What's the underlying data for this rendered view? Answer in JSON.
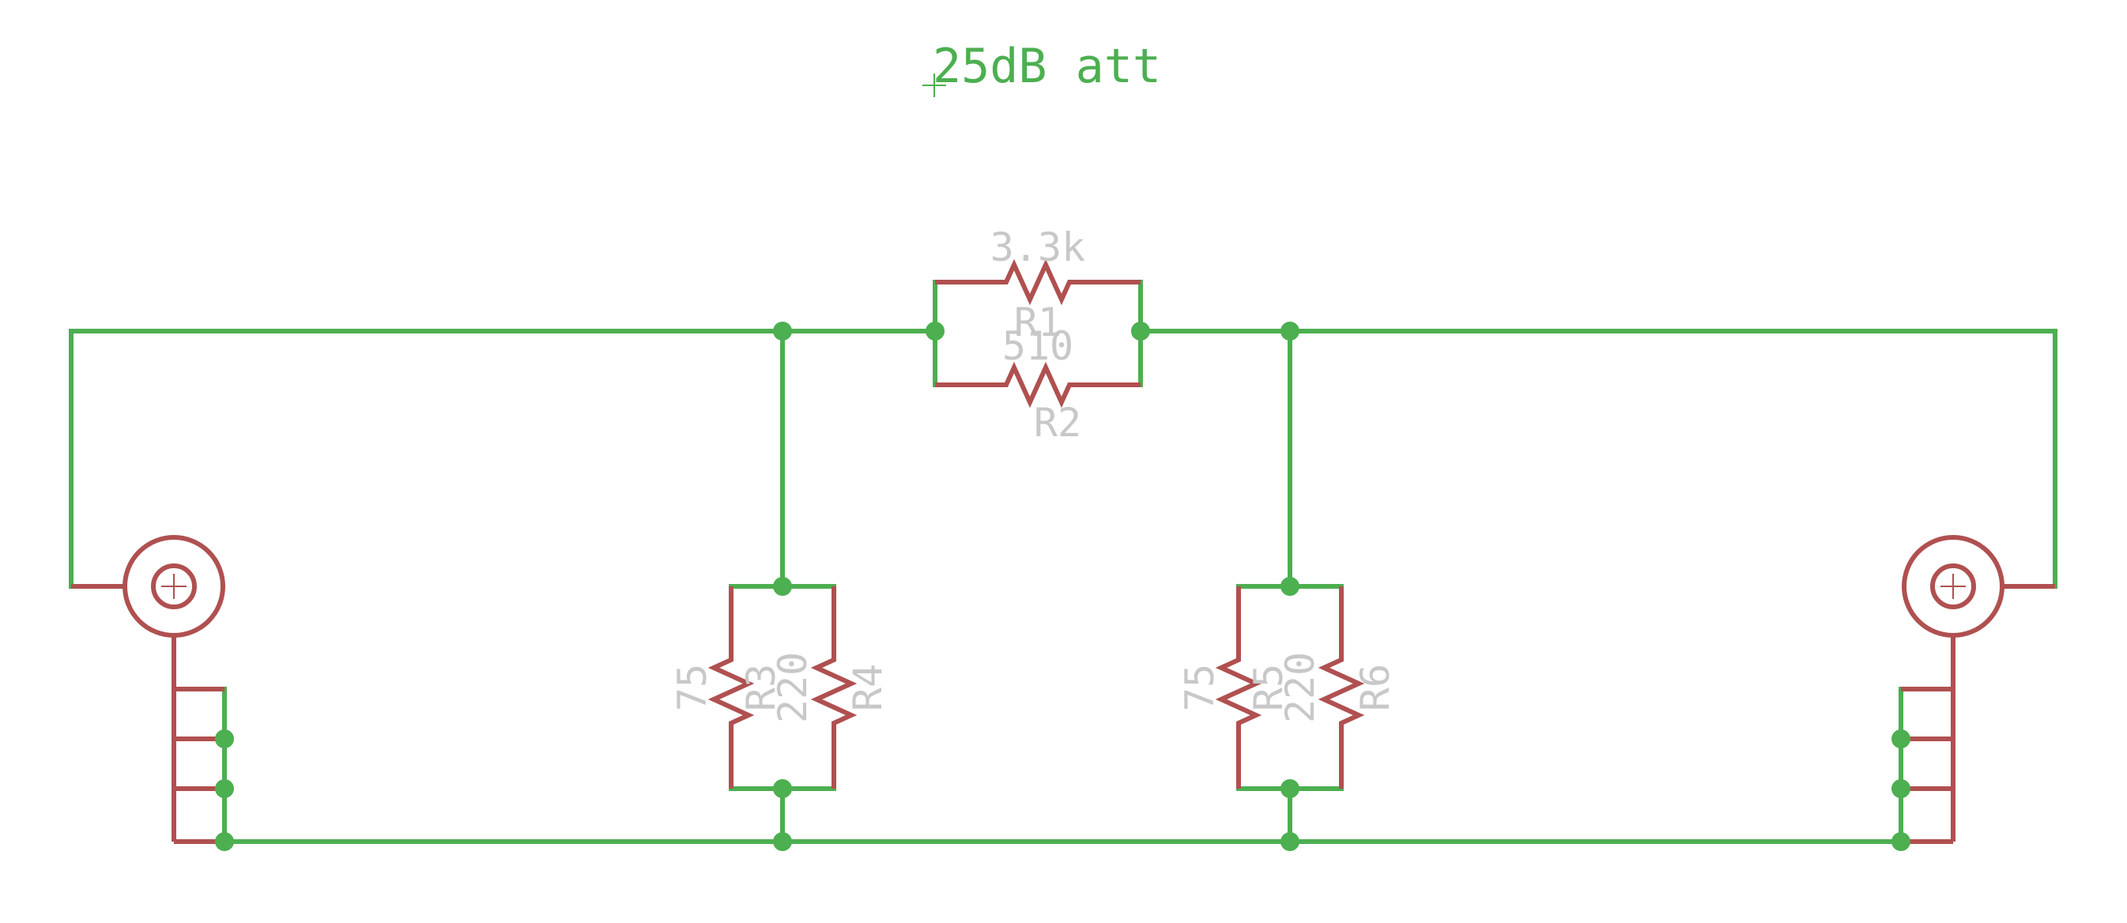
{
  "title": "25dB att",
  "colors": {
    "wire": "#4caf50",
    "part": "#b05050",
    "label": "#c8c8c8",
    "background": "#ffffff"
  },
  "components": {
    "r1": {
      "name": "R1",
      "value": "3.3k"
    },
    "r2": {
      "name": "R2",
      "value": "510"
    },
    "r3": {
      "name": "R3",
      "value": "75"
    },
    "r4": {
      "name": "R4",
      "value": "220"
    },
    "r5": {
      "name": "R5",
      "value": "75"
    },
    "r6": {
      "name": "R6",
      "value": "220"
    }
  },
  "connectors": [
    {
      "id": "left",
      "icon": "coax-connector-icon"
    },
    {
      "id": "right",
      "icon": "coax-connector-icon"
    }
  ]
}
